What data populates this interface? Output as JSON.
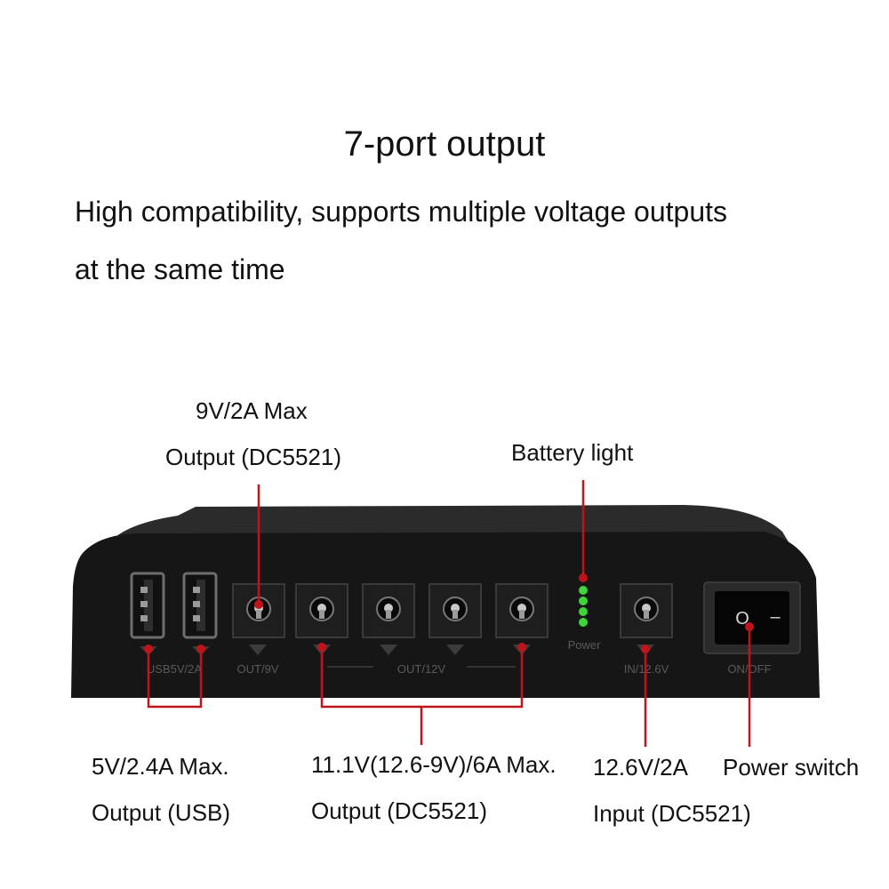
{
  "heading": {
    "title": "7-port output",
    "subtitle_line1": "High compatibility, supports multiple voltage outputs",
    "subtitle_line2": "at the same time"
  },
  "callouts": {
    "out9v_line1": "9V/2A Max",
    "out9v_line2": "Output (DC5521)",
    "battery": "Battery light",
    "usb_line1": "5V/2.4A Max.",
    "usb_line2": "Output (USB)",
    "out12v_line1": "11.1V(12.6-9V)/6A Max.",
    "out12v_line2": "Output (DC5521)",
    "input_line1": "12.6V/2A",
    "input_line2": "Input (DC5521)",
    "switch": "Power switch"
  },
  "device_labels": {
    "usb": "USB5V/2A",
    "out9v": "OUT/9V",
    "out12v": "OUT/12V",
    "power": "Power",
    "input": "IN/12.6V",
    "onoff": "ON/OFF",
    "switch_off": "O",
    "switch_on": "–"
  },
  "colors": {
    "device_body": "#161616",
    "device_top": "#2b2b2b",
    "callout_line": "#c0141c",
    "led": "#3fd43a"
  },
  "battery_level": {
    "leds_lit": 4,
    "leds_total": 4
  }
}
